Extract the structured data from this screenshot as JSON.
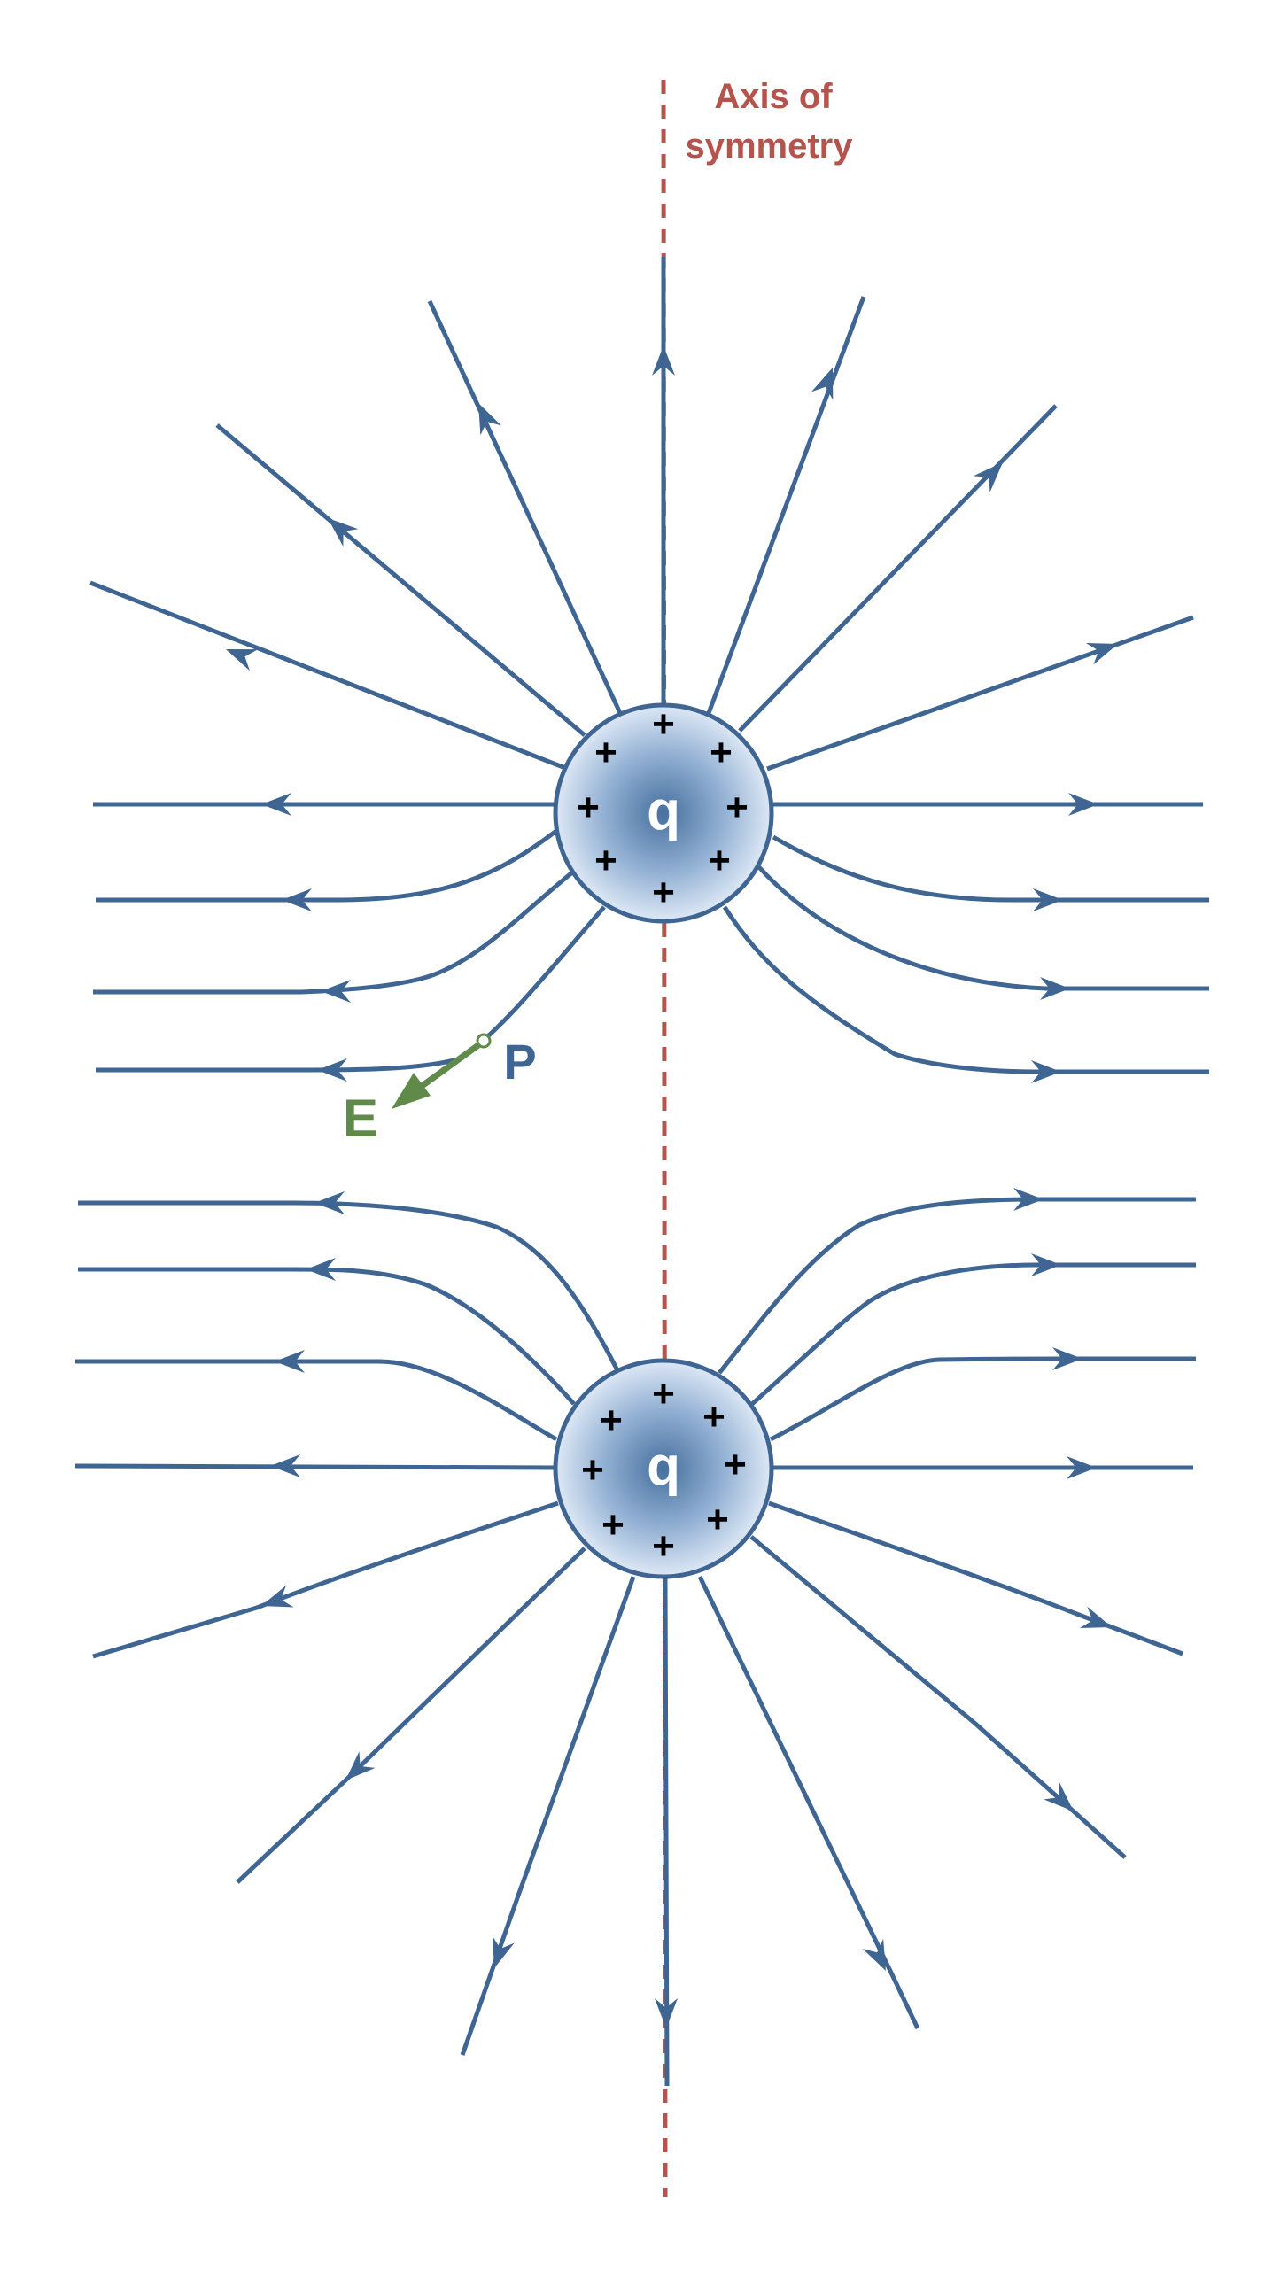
{
  "axis": {
    "label_line1": "Axis of",
    "label_line2": "symmetry"
  },
  "charges": [
    {
      "id": "upper",
      "symbol": "q",
      "sign": "+"
    },
    {
      "id": "lower",
      "symbol": "q",
      "sign": "+"
    }
  ],
  "point": {
    "label": "P"
  },
  "field_vector": {
    "label": "E"
  },
  "colors": {
    "field_line": "#3f6593",
    "axis": "#b5544c",
    "field_vector": "#5f8a4a",
    "charge_edge": "#3f6593",
    "charge_center": "#46709e",
    "charge_rim": "#dde8f5"
  }
}
